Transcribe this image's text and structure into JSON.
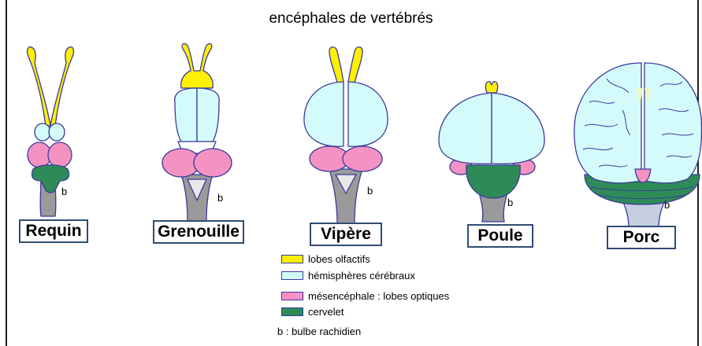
{
  "title": "encéphales de vertébrés",
  "animals": [
    {
      "name": "Requin",
      "b": "b"
    },
    {
      "name": "Grenouille",
      "b": "b"
    },
    {
      "name": "Vipère",
      "b": "b"
    },
    {
      "name": "Poule",
      "b": "b"
    },
    {
      "name": "Porc",
      "b": "b"
    }
  ],
  "legend": [
    {
      "label": "lobes olfactifs",
      "color": "#ffef00"
    },
    {
      "label": "hémisphères cérébraux",
      "color": "#d4fbfb"
    },
    {
      "label": "mésencéphale : lobes optiques",
      "color": "#f492c3"
    },
    {
      "label": "cervelet",
      "color": "#2e8b57"
    }
  ],
  "note": "b : bulbe rachidien",
  "colors": {
    "olfactory": "#ffef00",
    "hemisphere": "#d4fbfb",
    "optic": "#f492c3",
    "cerebellum": "#2e8b57",
    "medulla": "#9a9a9a",
    "outline": "#3a3a9a"
  }
}
